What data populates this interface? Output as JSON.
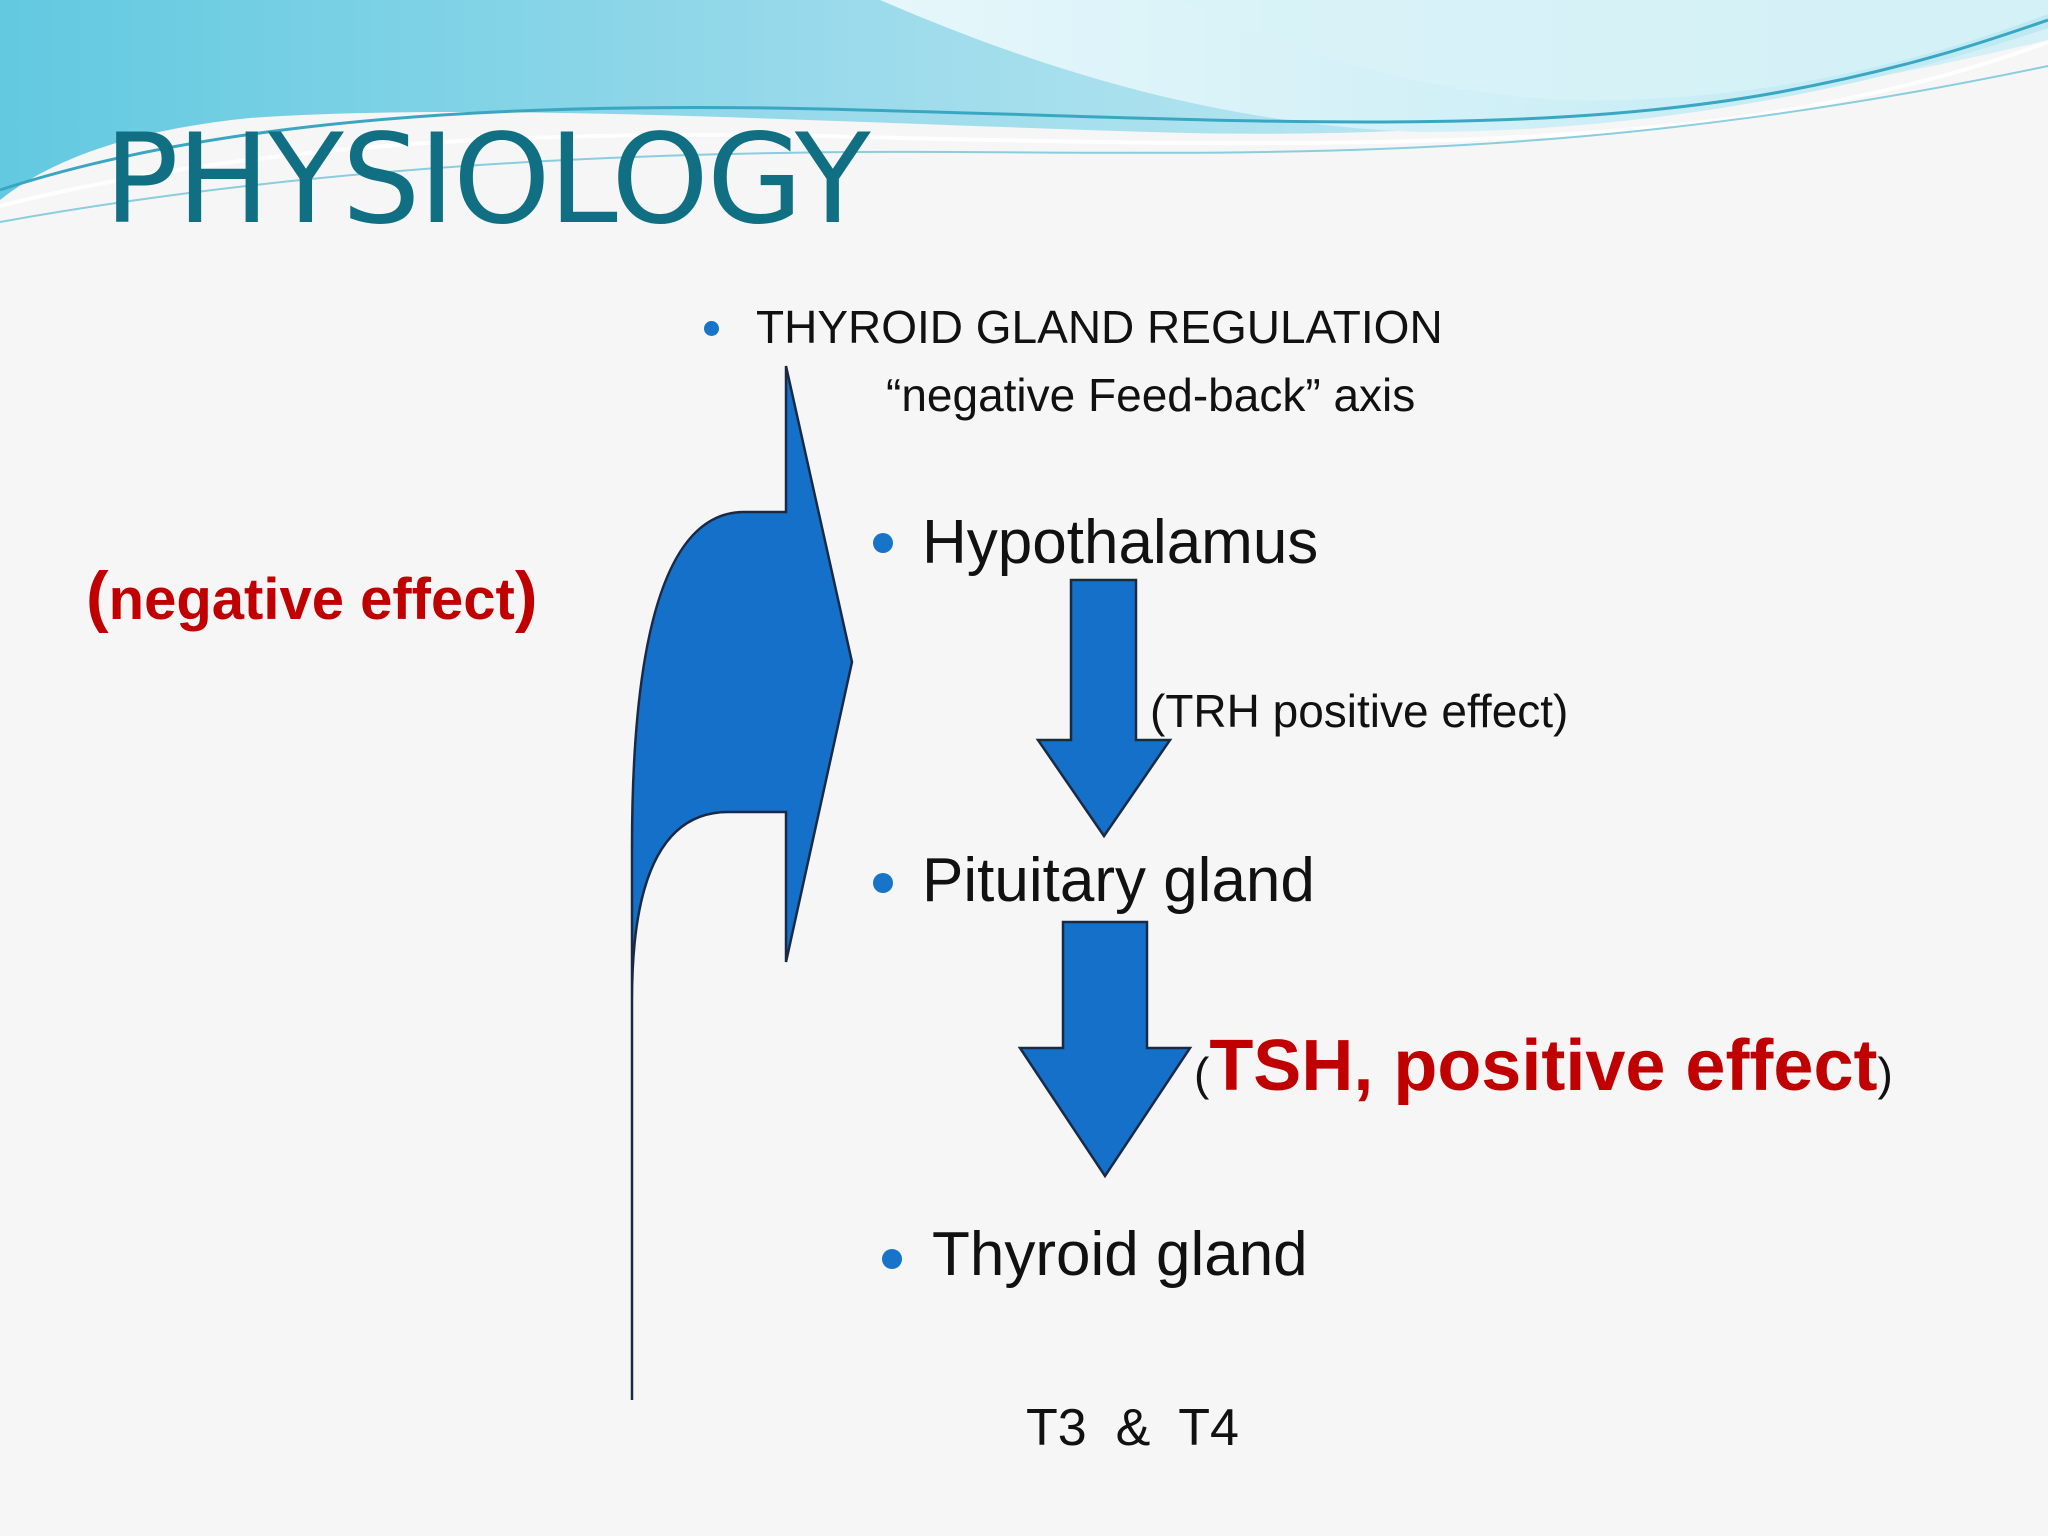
{
  "slide": {
    "title": "PHYSIOLOGY",
    "heading": "THYROID GLAND REGULATION",
    "subheading": "“negative Feed-back” axis",
    "colors": {
      "title": "#106f83",
      "arrow_fill": "#1470c8",
      "arrow_outline": "#1b2a44",
      "emphasis_text": "#c00000",
      "bullet": "#1874c8",
      "wave_light": "#bfe8f2",
      "wave_teal": "#5cc7df"
    }
  },
  "axis": {
    "nodes": [
      {
        "label": "Hypothalamus"
      },
      {
        "label": "Pituitary gland"
      },
      {
        "label": "Thyroid gland"
      }
    ],
    "trh_effect": "(TRH positive effect)",
    "tsh_effect": {
      "open_paren": "(",
      "text": "TSH, positive effect",
      "close_paren": ")"
    },
    "negative_effect": {
      "open_paren": "(",
      "text": "negative effect",
      "close_paren": ")"
    },
    "output": "T3  &  T4"
  }
}
